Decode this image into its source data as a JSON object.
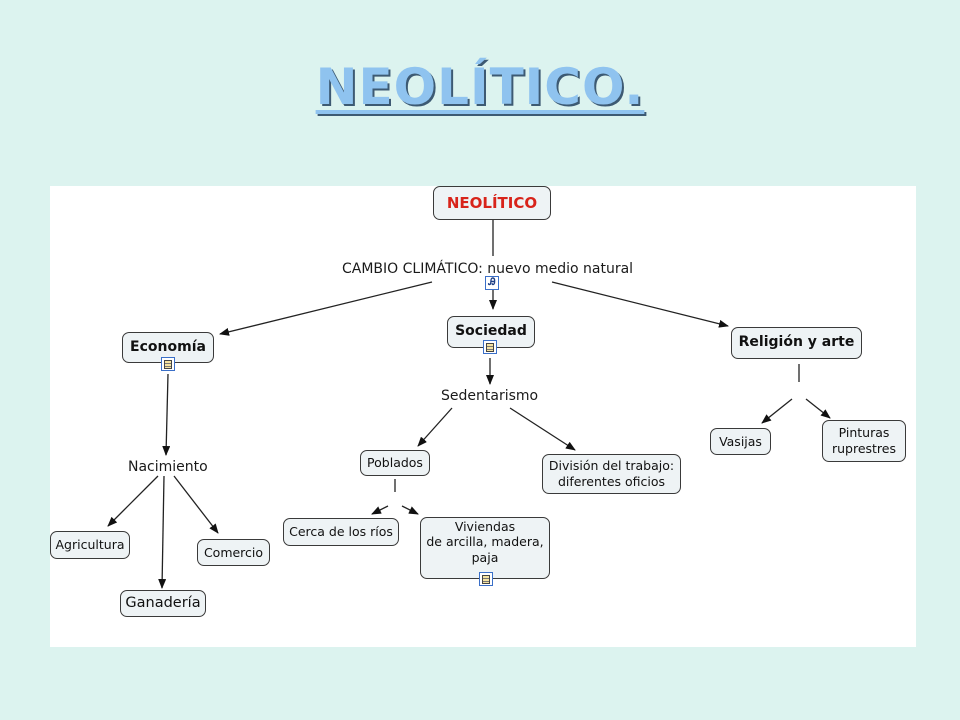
{
  "slide": {
    "title": "NEOLÍTICO."
  },
  "map": {
    "root": "NEOLÍTICO",
    "link_root": "CAMBIO CLIMÁTICO: nuevo medio natural",
    "economia": "Economía",
    "sociedad": "Sociedad",
    "religion": "Religión y arte",
    "nacimiento": "Nacimiento",
    "agricultura": "Agricultura",
    "comercio": "Comercio",
    "ganaderia": "Ganadería",
    "sedentarismo": "Sedentarismo",
    "poblados": "Poblados",
    "division": [
      "División del trabajo:",
      "diferentes oficios"
    ],
    "cerca": "Cerca de los ríos",
    "viviendas": [
      "Viviendas",
      "de arcilla, madera,",
      "paja"
    ],
    "vasijas": "Vasijas",
    "pinturas": [
      "Pinturas",
      "ruprestres"
    ]
  },
  "icons": {
    "figure": "stick-figure-icon",
    "document": "document-icon",
    "accent": "#3a6fc8"
  }
}
